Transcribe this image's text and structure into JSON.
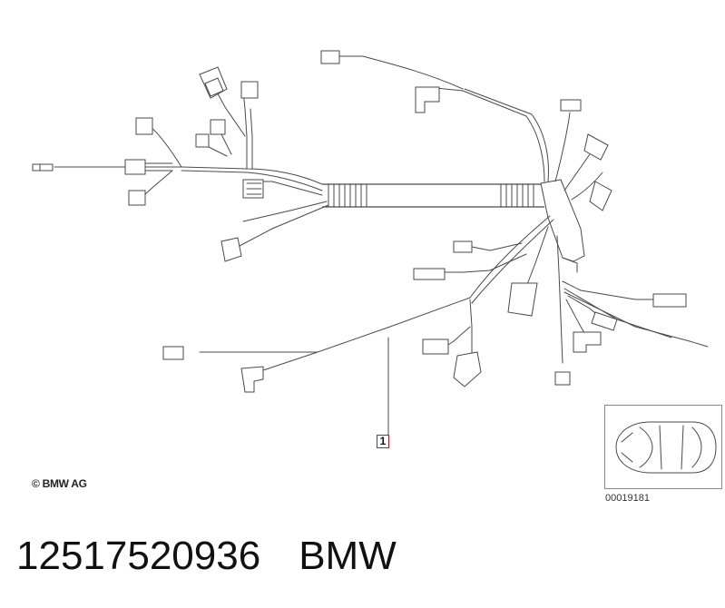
{
  "callout": {
    "label": "1"
  },
  "copyright": "© BMW AG",
  "thumbnail": {
    "caption": "00019181",
    "icon": "car-top-view-icon"
  },
  "footer": {
    "part_number": "12517520936",
    "brand": "BMW"
  },
  "colors": {
    "line": "#4a4a4a",
    "callout_border": "#d01020"
  }
}
